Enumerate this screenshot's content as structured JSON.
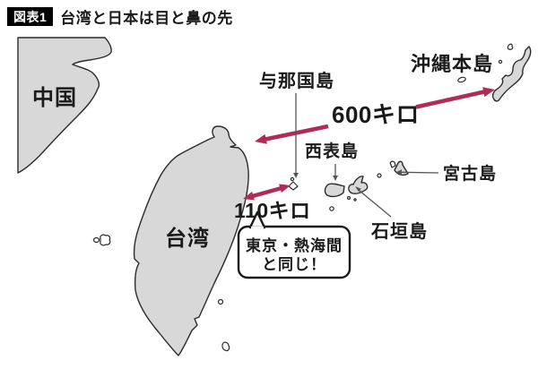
{
  "title": {
    "badge": "図表1",
    "text": "台湾と日本は目と鼻の先"
  },
  "labels": {
    "china": "中国",
    "taiwan": "台湾",
    "yonaguni": "与那国島",
    "okinawa_main": "沖縄本島",
    "iriomote": "西表島",
    "miyako": "宮古島",
    "ishigaki": "石垣島"
  },
  "distances": {
    "taiwan_okinawa": "600キロ",
    "taiwan_yonaguni": "110キロ"
  },
  "callout": {
    "line1": "東京・熱海間",
    "line2": "と同じ！"
  },
  "colors": {
    "arrow": "#b02a5a",
    "land_fill": "#d8d8d8",
    "land_stroke": "#2b2b2b",
    "text": "#1a1a1a",
    "leader": "#555555",
    "badge_bg": "#000000",
    "badge_text": "#ffffff",
    "bg": "#ffffff"
  }
}
